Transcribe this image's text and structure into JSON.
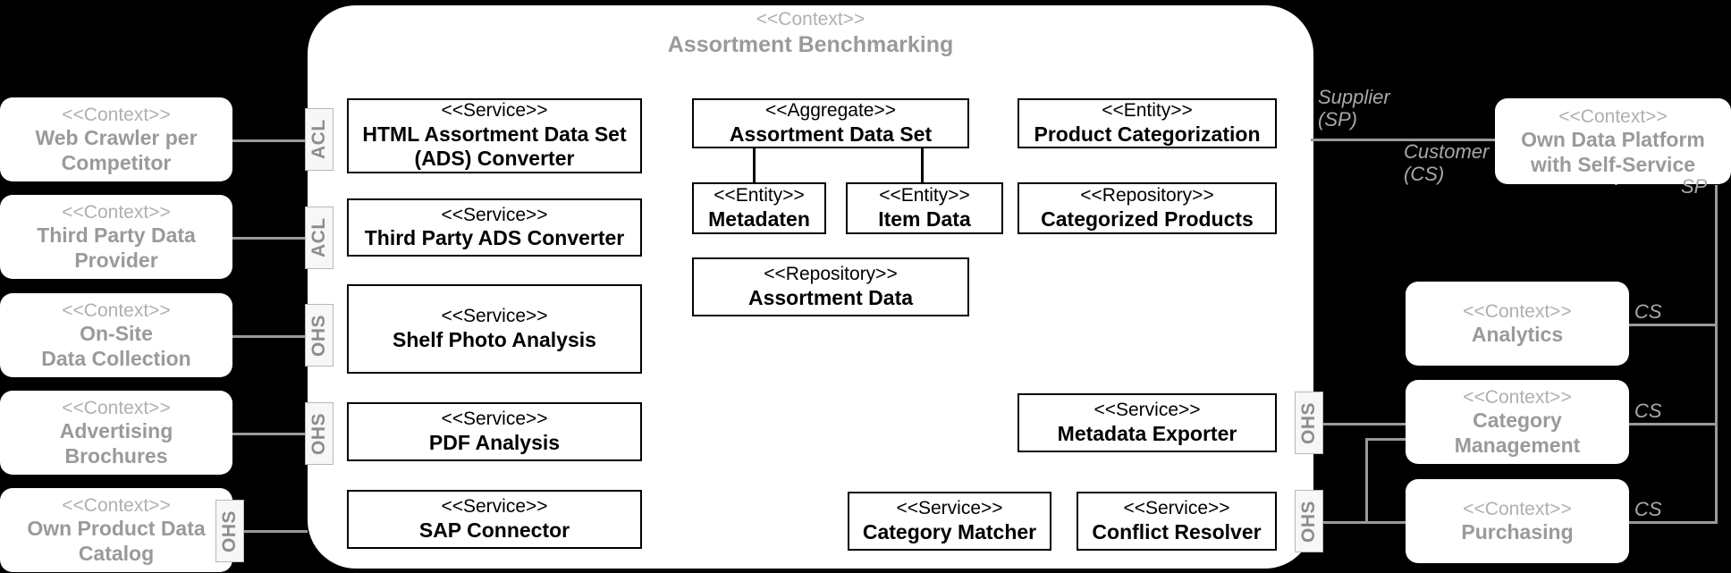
{
  "diagram": {
    "type": "ddd-context-map",
    "title": "Assortment Benchmarking Context Map",
    "background_color": "#000000",
    "surface_color": "#ffffff",
    "muted_text_color": "#9e9e9e",
    "line_color": "#9a9a9a"
  },
  "main_context": {
    "stereotype": "<<Context>>",
    "name": "Assortment Benchmarking"
  },
  "upstream_contexts": [
    {
      "stereotype": "<<Context>>",
      "name": "Web Crawler per\nCompetitor"
    },
    {
      "stereotype": "<<Context>>",
      "name": "Third Party Data\nProvider"
    },
    {
      "stereotype": "<<Context>>",
      "name": "On-Site\nData Collection"
    },
    {
      "stereotype": "<<Context>>",
      "name": "Advertising\nBrochures"
    },
    {
      "stereotype": "<<Context>>",
      "name": "Own Product Data\nCatalog"
    }
  ],
  "downstream_contexts": [
    {
      "stereotype": "<<Context>>",
      "name": "Own Data Platform\nwith Self-Service"
    },
    {
      "stereotype": "<<Context>>",
      "name": "Analytics"
    },
    {
      "stereotype": "<<Context>>",
      "name": "Category\nManagement"
    },
    {
      "stereotype": "<<Context>>",
      "name": "Purchasing"
    }
  ],
  "left_pattern_tags": [
    {
      "label": "ACL"
    },
    {
      "label": "ACL"
    },
    {
      "label": "OHS"
    },
    {
      "label": "OHS"
    },
    {
      "label": "OHS"
    }
  ],
  "right_pattern_tags": [
    {
      "label": "OHS"
    },
    {
      "label": "OHS"
    }
  ],
  "role_labels": {
    "supplier": "Supplier\n(SP)",
    "customer": "Customer\n(CS)",
    "sp_short": "SP",
    "cs_analytics": "CS",
    "cs_category_management": "CS",
    "cs_purchasing": "CS"
  },
  "building_blocks": {
    "services_left": [
      {
        "stereotype": "<<Service>>",
        "name": "HTML Assortment Data Set\n(ADS) Converter"
      },
      {
        "stereotype": "<<Service>>",
        "name": "Third Party ADS Converter"
      },
      {
        "stereotype": "<<Service>>",
        "name": "Shelf Photo Analysis"
      },
      {
        "stereotype": "<<Service>>",
        "name": "PDF Analysis"
      },
      {
        "stereotype": "<<Service>>",
        "name": "SAP Connector"
      }
    ],
    "aggregate": {
      "stereotype": "<<Aggregate>>",
      "name": "Assortment Data Set"
    },
    "entities_center": [
      {
        "stereotype": "<<Entity>>",
        "name": "Metadaten"
      },
      {
        "stereotype": "<<Entity>>",
        "name": "Item Data"
      }
    ],
    "repository_center": {
      "stereotype": "<<Repository>>",
      "name": "Assortment Data"
    },
    "entity_right": {
      "stereotype": "<<Entity>>",
      "name": "Product Categorization"
    },
    "repository_right": {
      "stereotype": "<<Repository>>",
      "name": "Categorized Products"
    },
    "service_exporter": {
      "stereotype": "<<Service>>",
      "name": "Metadata Exporter"
    },
    "services_bottom": [
      {
        "stereotype": "<<Service>>",
        "name": "Category Matcher"
      },
      {
        "stereotype": "<<Service>>",
        "name": "Conflict Resolver"
      }
    ]
  }
}
